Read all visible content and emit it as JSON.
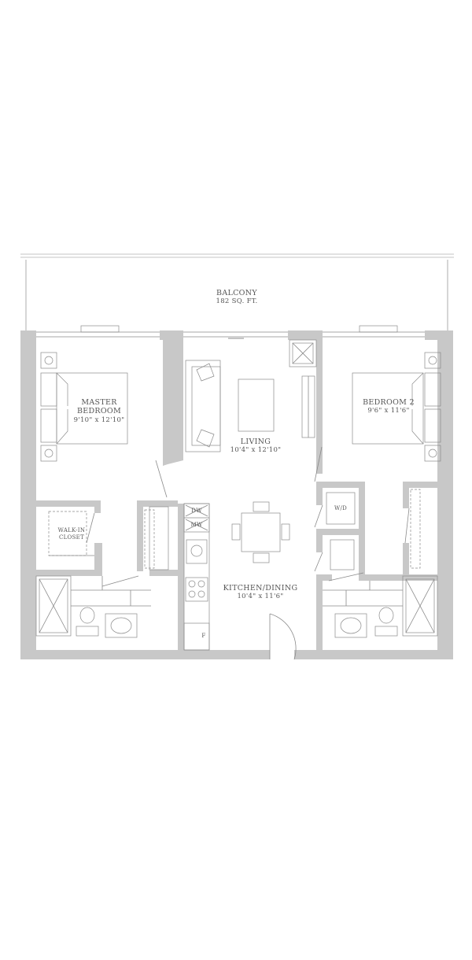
{
  "rooms": {
    "balcony": {
      "name": "BALCONY",
      "area": "182 SQ. FT."
    },
    "master_bedroom": {
      "name_line1": "MASTER",
      "name_line2": "BEDROOM",
      "dims": "9'10\" x 12'10\""
    },
    "bedroom2": {
      "name": "BEDROOM 2",
      "dims": "9'6\" x 11'6\""
    },
    "living": {
      "name": "LIVING",
      "dims": "10'4\" x 12'10\""
    },
    "kitchen_dining": {
      "name": "KITCHEN/DINING",
      "dims": "10'4\" x 11'6\""
    },
    "walk_in_closet": {
      "name_line1": "WALK-IN",
      "name_line2": "CLOSET"
    }
  },
  "appliances": {
    "dishwasher": "DW",
    "microwave": "MW",
    "fridge": "F",
    "washer_dryer": "W/D"
  },
  "colors": {
    "wall": "#c8c8c8",
    "line": "#8a8a8a",
    "text": "#555555"
  }
}
